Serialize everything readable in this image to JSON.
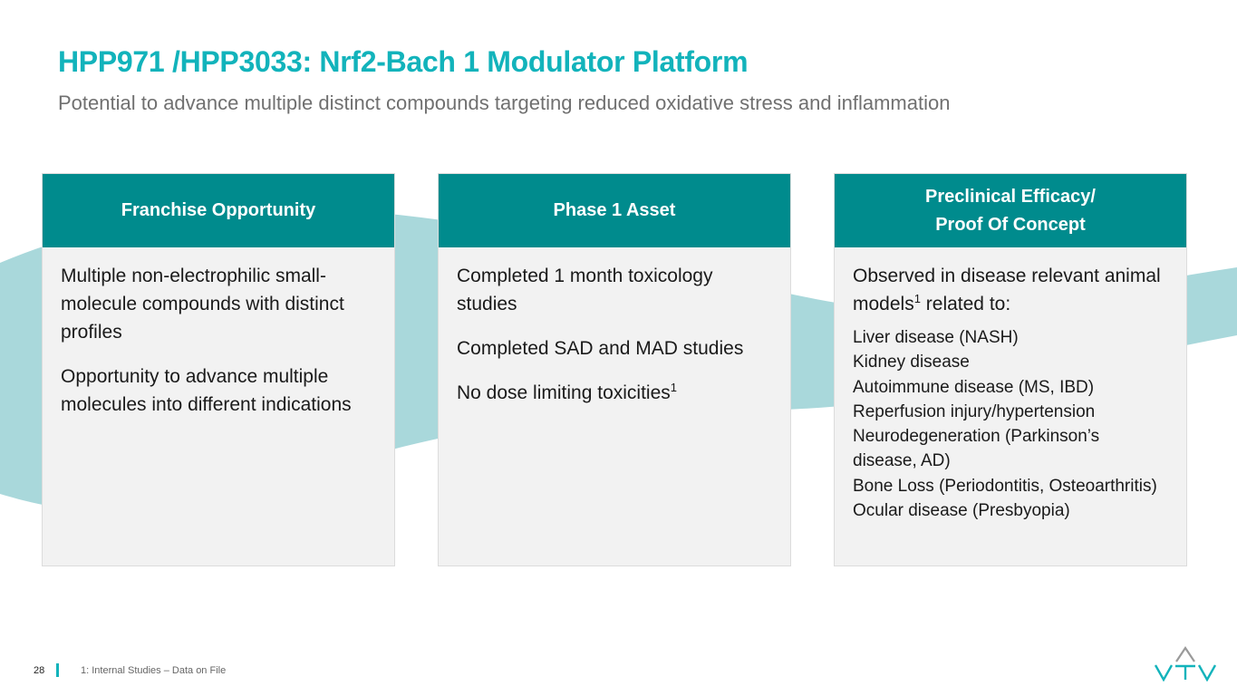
{
  "header": {
    "title": "HPP971 /HPP3033: Nrf2-Bach 1 Modulator Platform",
    "subtitle": "Potential to advance multiple distinct compounds targeting reduced oxidative stress and inflammation"
  },
  "cards": [
    {
      "heading": "Franchise Opportunity",
      "paragraphs": [
        "Multiple non-electrophilic small-molecule compounds with distinct profiles",
        "Opportunity to advance multiple molecules into different indications"
      ]
    },
    {
      "heading": "Phase 1 Asset",
      "paragraphs": [
        "Completed 1 month toxicology studies",
        "Completed SAD and MAD studies",
        "No dose limiting toxicities"
      ],
      "footnote_mark": "1"
    },
    {
      "heading": "Preclinical Efficacy/\nProof Of Concept",
      "intro_a": "Observed in disease relevant animal models",
      "intro_mark": "1",
      "intro_b": " related to:",
      "items": [
        "Liver disease (NASH)",
        "Kidney disease",
        "Autoimmune disease (MS, IBD)",
        "Reperfusion injury/hypertension",
        "Neurodegeneration (Parkinson’s disease, AD)",
        "Bone Loss (Periodontitis, Osteoarthritis)",
        "Ocular disease (Presbyopia)"
      ]
    }
  ],
  "footer": {
    "page_number": "28",
    "footnote": "1: Internal Studies – Data on File",
    "logo_text": "VTV"
  },
  "colors": {
    "title": "#12b3bb",
    "card_header": "#008b8d",
    "wave": "#a9d8db"
  }
}
